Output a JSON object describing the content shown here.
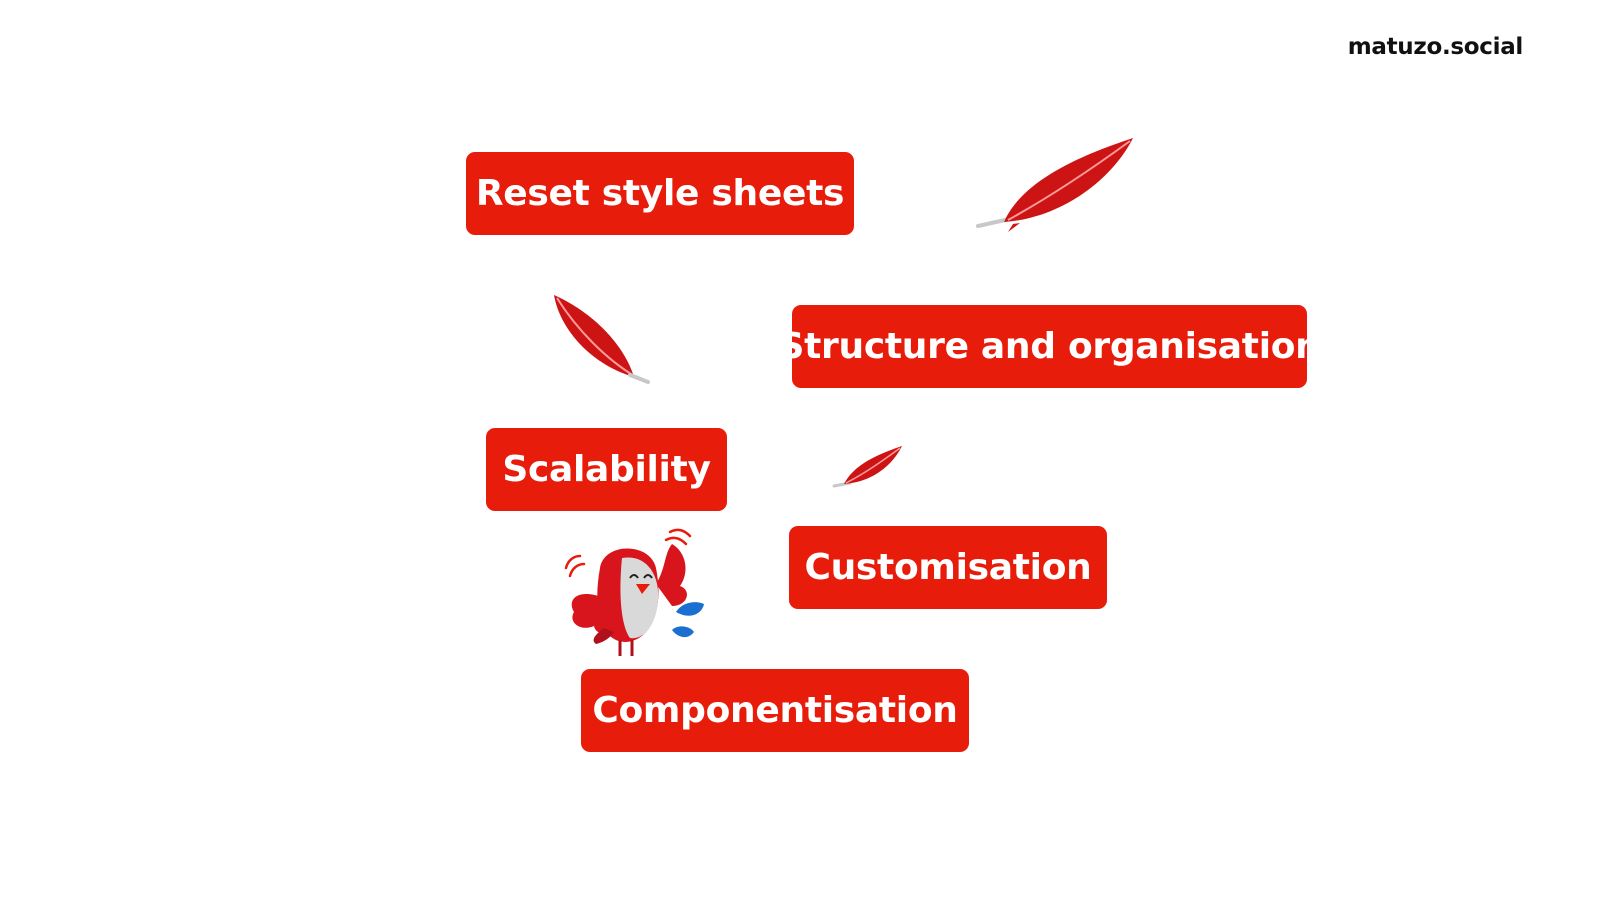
{
  "brand": {
    "name": "matuzo.social"
  },
  "pills": [
    {
      "label": "Reset style sheets"
    },
    {
      "label": "Structure and organisation"
    },
    {
      "label": "Scalability"
    },
    {
      "label": "Customisation"
    },
    {
      "label": "Componentisation"
    }
  ],
  "colors": {
    "accent": "#e81c0a",
    "feather": "#cc1414",
    "bird_blue": "#1a6fd0",
    "background": "#ffffff"
  },
  "icons": [
    "feather-icon",
    "bird-mascot"
  ]
}
